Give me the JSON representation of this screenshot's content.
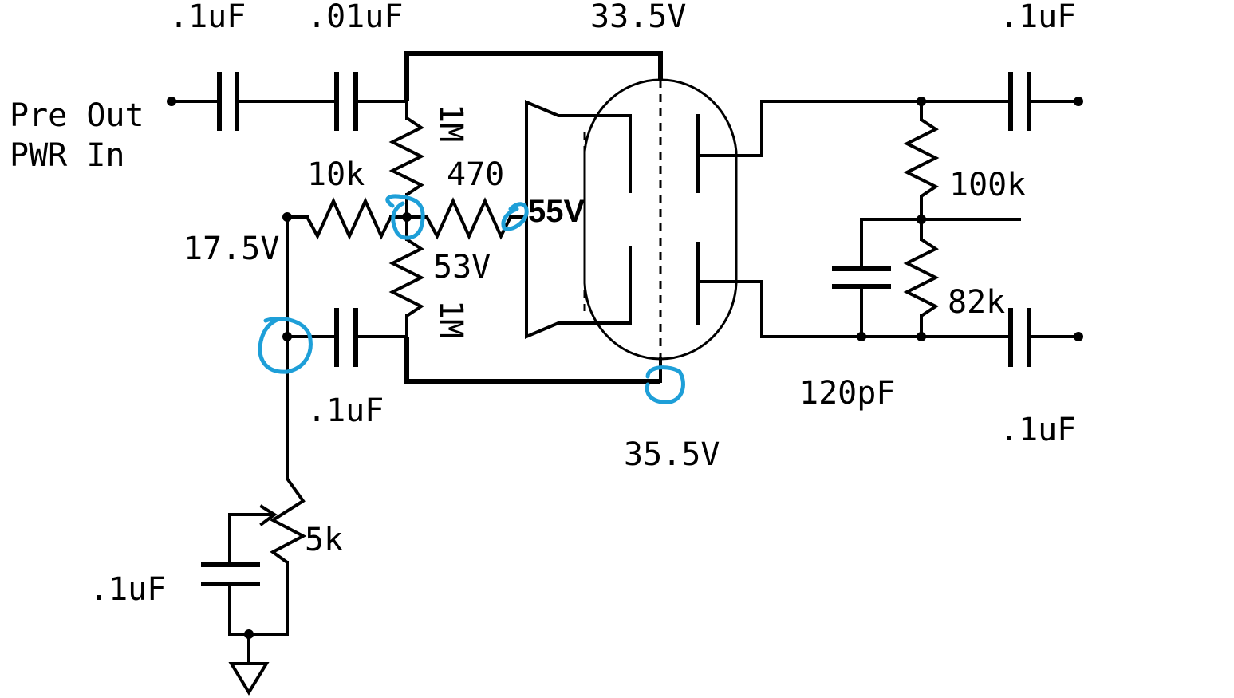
{
  "labels": {
    "c_in_1": ".1uF",
    "c_in_2": ".01uF",
    "v_top": "33.5V",
    "c_out_top": ".1uF",
    "io_pre_out": "Pre Out",
    "io_pwr_in": "PWR In",
    "r_grid_top": "1M",
    "r_10k": "10k",
    "r_470": "470",
    "v_55": "55V",
    "r_100k": "100k",
    "v_17_5": "17.5V",
    "v_53": "53V",
    "r_grid_bottom": "1M",
    "r_82k": "82k",
    "c_bias": ".1uF",
    "c_120p": "120pF",
    "c_out_bottom": ".1uF",
    "v_35_5": "35.5V",
    "pot_5k": "5k",
    "c_pot": ".1uF"
  },
  "colors": {
    "wire": "#000000",
    "annotation": "#1e9fd8",
    "background": "#ffffff"
  }
}
